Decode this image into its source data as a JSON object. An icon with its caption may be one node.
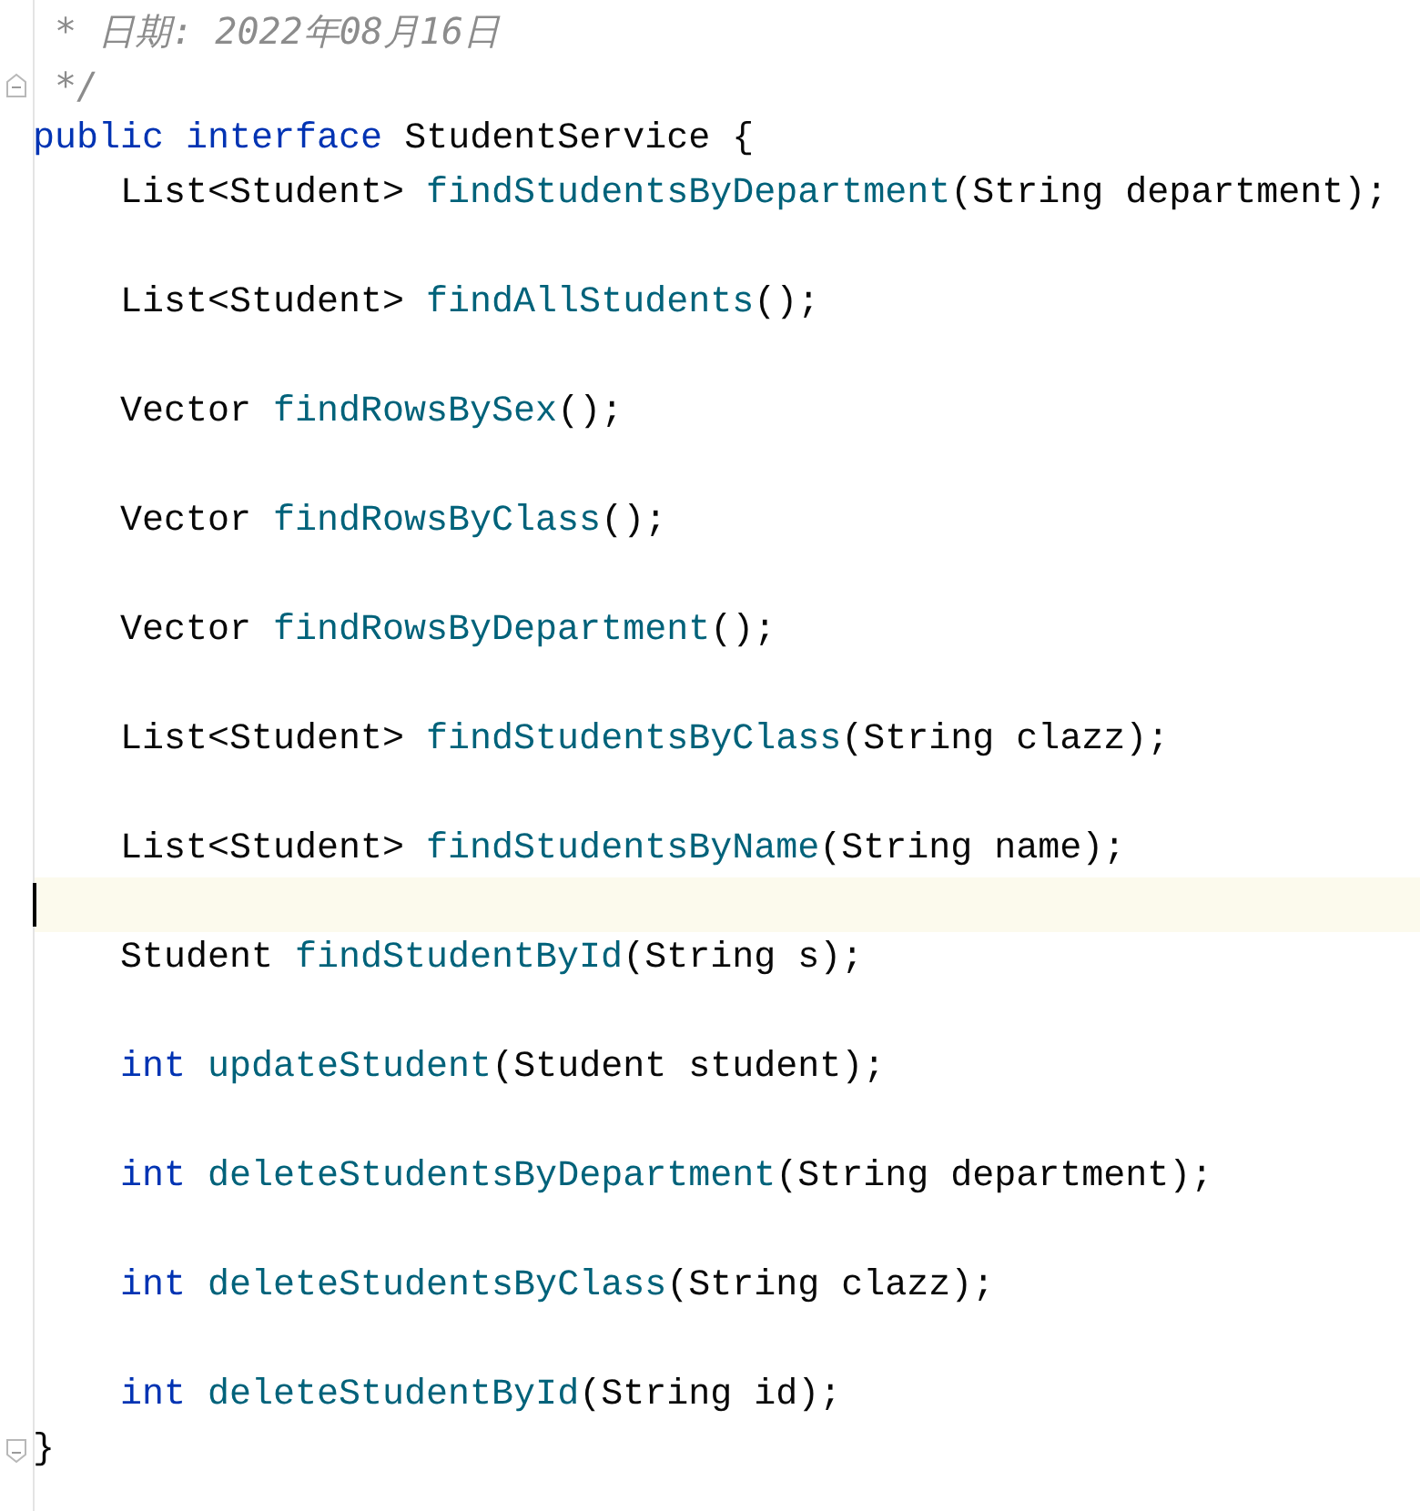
{
  "diagram": {
    "labels": [
      "* 日期: 2022年08月16日",
      "*/",
      "public interface StudentService {",
      "List<Student> findStudentsByDepartment(String department);",
      "List<Student> findAllStudents();",
      "Vector findRowsBySex();",
      "Vector findRowsByClass();",
      "Vector findRowsByDepartment();",
      "List<Student> findStudentsByClass(String clazz);",
      "List<Student> findStudentsByName(String name);",
      "Student findStudentById(String s);",
      "int updateStudent(Student student);",
      "int deleteStudentsByDepartment(String department);",
      "int deleteStudentsByClass(String clazz);",
      "int deleteStudentById(String id);",
      "}"
    ]
  }
}
